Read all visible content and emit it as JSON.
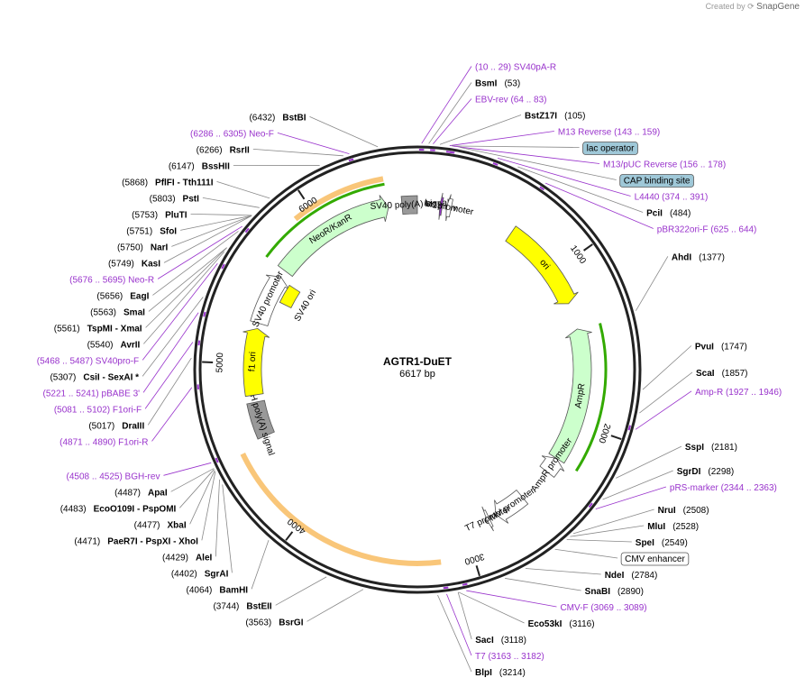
{
  "credit": {
    "prefix": "Created by",
    "brand": "SnapGene"
  },
  "plasmid": {
    "name": "AGTR1-DuET",
    "length_label": "6617 bp",
    "length_bp": 6617
  },
  "ticks": [
    {
      "bp": 1000,
      "label": "1000"
    },
    {
      "bp": 2000,
      "label": "2000"
    },
    {
      "bp": 3000,
      "label": "3000"
    },
    {
      "bp": 4000,
      "label": "4000"
    },
    {
      "bp": 5000,
      "label": "5000"
    },
    {
      "bp": 6000,
      "label": "6000"
    }
  ],
  "labels": [
    {
      "kind": "primer",
      "text": "(10 .. 29)  SV40pA-R",
      "bp": 20
    },
    {
      "kind": "enzyme",
      "name": "BsmI",
      "pos": "(53)",
      "bp": 53
    },
    {
      "kind": "primer",
      "text": "EBV-rev   (64 .. 83)",
      "bp": 73
    },
    {
      "kind": "enzyme",
      "name": "BstZ17I",
      "pos": "(105)",
      "bp": 105
    },
    {
      "kind": "primer",
      "text": "M13 Reverse   (143 .. 159)",
      "bp": 151
    },
    {
      "kind": "box",
      "text": "lac operator",
      "color": "#9fc8d8",
      "bp": 160
    },
    {
      "kind": "primer",
      "text": "M13/pUC Reverse   (156 .. 178)",
      "bp": 167
    },
    {
      "kind": "box",
      "text": "CAP binding site",
      "color": "#9fc8d8",
      "bp": 200
    },
    {
      "kind": "primer",
      "text": "L4440   (374 .. 391)",
      "bp": 382
    },
    {
      "kind": "enzyme",
      "name": "PciI",
      "pos": "(484)",
      "bp": 484
    },
    {
      "kind": "primer",
      "text": "pBR322ori-F   (625 .. 644)",
      "bp": 634
    },
    {
      "kind": "enzyme",
      "name": "AhdI",
      "pos": "(1377)",
      "bp": 1377
    },
    {
      "kind": "enzyme",
      "name": "PvuI",
      "pos": "(1747)",
      "bp": 1747
    },
    {
      "kind": "enzyme",
      "name": "ScaI",
      "pos": "(1857)",
      "bp": 1857
    },
    {
      "kind": "primer",
      "text": "Amp-R   (1927 .. 1946)",
      "bp": 1936
    },
    {
      "kind": "enzyme",
      "name": "SspI",
      "pos": "(2181)",
      "bp": 2181
    },
    {
      "kind": "enzyme",
      "name": "SgrDI",
      "pos": "(2298)",
      "bp": 2298
    },
    {
      "kind": "primer",
      "text": "pRS-marker   (2344 .. 2363)",
      "bp": 2353
    },
    {
      "kind": "enzyme",
      "name": "NruI",
      "pos": "(2508)",
      "bp": 2508
    },
    {
      "kind": "enzyme",
      "name": "MluI",
      "pos": "(2528)",
      "bp": 2528
    },
    {
      "kind": "enzyme",
      "name": "SpeI",
      "pos": "(2549)",
      "bp": 2549
    },
    {
      "kind": "box",
      "text": "CMV enhancer",
      "color": "#ffffff",
      "bp": 2620
    },
    {
      "kind": "enzyme",
      "name": "NdeI",
      "pos": "(2784)",
      "bp": 2784
    },
    {
      "kind": "enzyme",
      "name": "SnaBI",
      "pos": "(2890)",
      "bp": 2890
    },
    {
      "kind": "primer",
      "text": "CMV-F   (3069 .. 3089)",
      "bp": 3079
    },
    {
      "kind": "enzyme",
      "name": "Eco53kI",
      "pos": "(3116)",
      "bp": 3116
    },
    {
      "kind": "enzyme",
      "name": "SacI",
      "pos": "(3118)",
      "bp": 3118
    },
    {
      "kind": "primer",
      "text": "T7   (3163 .. 3182)",
      "bp": 3172
    },
    {
      "kind": "enzyme",
      "name": "BlpI",
      "pos": "(3214)",
      "bp": 3214
    },
    {
      "kind": "enzyme",
      "name": "BsrGI",
      "pos": "(3563)",
      "bp": 3563
    },
    {
      "kind": "enzyme",
      "name": "BstEII",
      "pos": "(3744)",
      "bp": 3744
    },
    {
      "kind": "enzyme",
      "name": "BamHI",
      "pos": "(4064)",
      "bp": 4064
    },
    {
      "kind": "enzyme",
      "name": "SgrAI",
      "pos": "(4402)",
      "bp": 4402
    },
    {
      "kind": "enzyme",
      "name": "AleI",
      "pos": "(4429)",
      "bp": 4429
    },
    {
      "kind": "enzyme",
      "name": "PaeR7I  - PspXI - XhoI",
      "pos": "(4471)",
      "bp": 4471
    },
    {
      "kind": "enzyme",
      "name": "XbaI",
      "pos": "(4477)",
      "bp": 4477
    },
    {
      "kind": "enzyme",
      "name": "EcoO109I  - PspOMI",
      "pos": "(4483)",
      "bp": 4483
    },
    {
      "kind": "enzyme",
      "name": "ApaI",
      "pos": "(4487)",
      "bp": 4487
    },
    {
      "kind": "primer",
      "text": "(4508 .. 4525)  BGH-rev",
      "bp": 4516
    },
    {
      "kind": "primer",
      "text": "(4871 .. 4890)  F1ori-R",
      "bp": 4880
    },
    {
      "kind": "enzyme",
      "name": "DraIII",
      "pos": "(5017)",
      "bp": 5017
    },
    {
      "kind": "primer",
      "text": "(5081 .. 5102)  F1ori-F",
      "bp": 5091
    },
    {
      "kind": "primer",
      "text": "(5221 .. 5241)  pBABE 3'",
      "bp": 5231
    },
    {
      "kind": "enzyme",
      "name": "CsiI  - SexAI *",
      "pos": "(5307)",
      "bp": 5307
    },
    {
      "kind": "primer",
      "text": "(5468 .. 5487)  SV40pro-F",
      "bp": 5477
    },
    {
      "kind": "enzyme",
      "name": "AvrII",
      "pos": "(5540)",
      "bp": 5540
    },
    {
      "kind": "enzyme",
      "name": "TspMI  - XmaI",
      "pos": "(5561)",
      "bp": 5561
    },
    {
      "kind": "enzyme",
      "name": "SmaI",
      "pos": "(5563)",
      "bp": 5563
    },
    {
      "kind": "enzyme",
      "name": "EagI",
      "pos": "(5656)",
      "bp": 5656
    },
    {
      "kind": "primer",
      "text": "(5676 .. 5695)  Neo-R",
      "bp": 5685
    },
    {
      "kind": "enzyme",
      "name": "KasI",
      "pos": "(5749)",
      "bp": 5749
    },
    {
      "kind": "enzyme",
      "name": "NarI",
      "pos": "(5750)",
      "bp": 5750
    },
    {
      "kind": "enzyme",
      "name": "SfoI",
      "pos": "(5751)",
      "bp": 5751
    },
    {
      "kind": "enzyme",
      "name": "PluTI",
      "pos": "(5753)",
      "bp": 5753
    },
    {
      "kind": "enzyme",
      "name": "PstI",
      "pos": "(5803)",
      "bp": 5803
    },
    {
      "kind": "enzyme",
      "name": "PflFI  - Tth111I",
      "pos": "(5868)",
      "bp": 5868
    },
    {
      "kind": "enzyme",
      "name": "BssHII",
      "pos": "(6147)",
      "bp": 6147
    },
    {
      "kind": "enzyme",
      "name": "RsrII",
      "pos": "(6266)",
      "bp": 6266
    },
    {
      "kind": "primer",
      "text": "(6286 .. 6305)  Neo-F",
      "bp": 6295
    },
    {
      "kind": "enzyme",
      "name": "BstBI",
      "pos": "(6432)",
      "bp": 6432
    }
  ],
  "features": [
    {
      "name": "ori",
      "color": "#ffff00",
      "start": 633,
      "end": 1221,
      "dir": 1,
      "lane": 0
    },
    {
      "name": "AmpR",
      "color": "#ccffcc",
      "start": 1392,
      "end": 2252,
      "dir": -1,
      "lane": 0
    },
    {
      "name": "AmpR promoter",
      "color": "#ffffff",
      "start": 2252,
      "end": 2357,
      "dir": -1,
      "lane": 0
    },
    {
      "name": "CMV promoter",
      "color": "#ffffff",
      "start": 2583,
      "end": 2786,
      "dir": 1,
      "lane": 0
    },
    {
      "name": "T7 promoter",
      "color": "#ffffff",
      "start": 2834,
      "end": 2852,
      "dir": 1,
      "lane": 0
    },
    {
      "name": "bGH poly(A) signal",
      "color": "#999999",
      "start": 4530,
      "end": 4754,
      "dir": 0,
      "lane": 0
    },
    {
      "name": "f1 ori",
      "color": "#ffff00",
      "start": 4800,
      "end": 5228,
      "dir": 1,
      "lane": 0
    },
    {
      "name": "SV40 promoter",
      "color": "#ffffff",
      "start": 5262,
      "end": 5591,
      "dir": 1,
      "lane": 0
    },
    {
      "name": "SV40 ori",
      "color": "#ffff00",
      "start": 5442,
      "end": 5577,
      "dir": 0,
      "lane": 1
    },
    {
      "name": "NeoR/KanR",
      "color": "#ccffcc",
      "start": 5638,
      "end": 6432,
      "dir": 1,
      "lane": 0
    },
    {
      "name": "SV40 poly(A) signal",
      "color": "#999999",
      "start": 6519,
      "end": 6617,
      "dir": 0,
      "lane": 0
    },
    {
      "name": "M13 rev",
      "color": "#9933cc",
      "start": 143,
      "end": 159,
      "dir": -1,
      "lane": 0
    },
    {
      "name": "lac promoter",
      "color": "#ffffff",
      "start": 186,
      "end": 217,
      "dir": -1,
      "lane": 0
    }
  ],
  "orfs": [
    {
      "start": 1392,
      "end": 2252,
      "dir": -1,
      "color": "#33aa00"
    },
    {
      "start": 5638,
      "end": 6432,
      "dir": 1,
      "color": "#33aa00"
    },
    {
      "start": 5900,
      "end": 6430,
      "dir": 1,
      "color": "#f5a020"
    },
    {
      "start": 3180,
      "end": 4490,
      "dir": -1,
      "color": "#f5a020"
    }
  ]
}
